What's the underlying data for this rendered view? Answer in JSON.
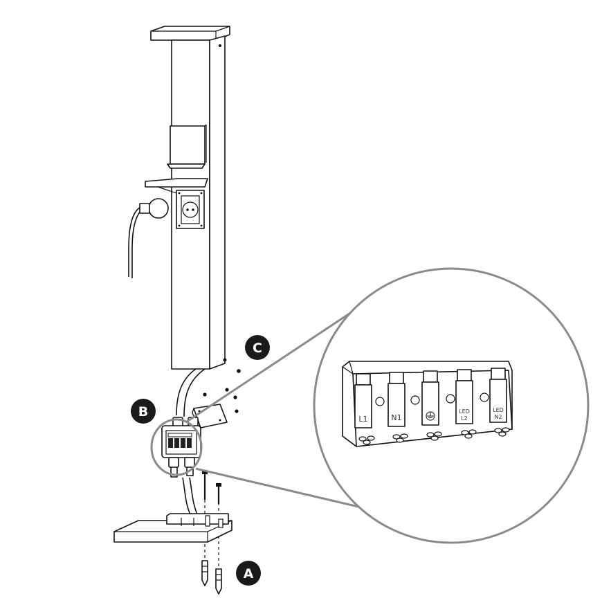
{
  "callouts": {
    "a": "A",
    "b": "B",
    "c": "C"
  },
  "terminals": {
    "t1": "L1",
    "t2": "N1",
    "t3_symbol": "earth-ground-icon",
    "t4_top": "LED",
    "t4_bottom": "L2",
    "t5_top": "LED",
    "t5_bottom": "N2"
  },
  "colors": {
    "line": "#111111",
    "callout_fill": "#1a1a1a",
    "magnifier_ring": "#8a8a8a"
  }
}
